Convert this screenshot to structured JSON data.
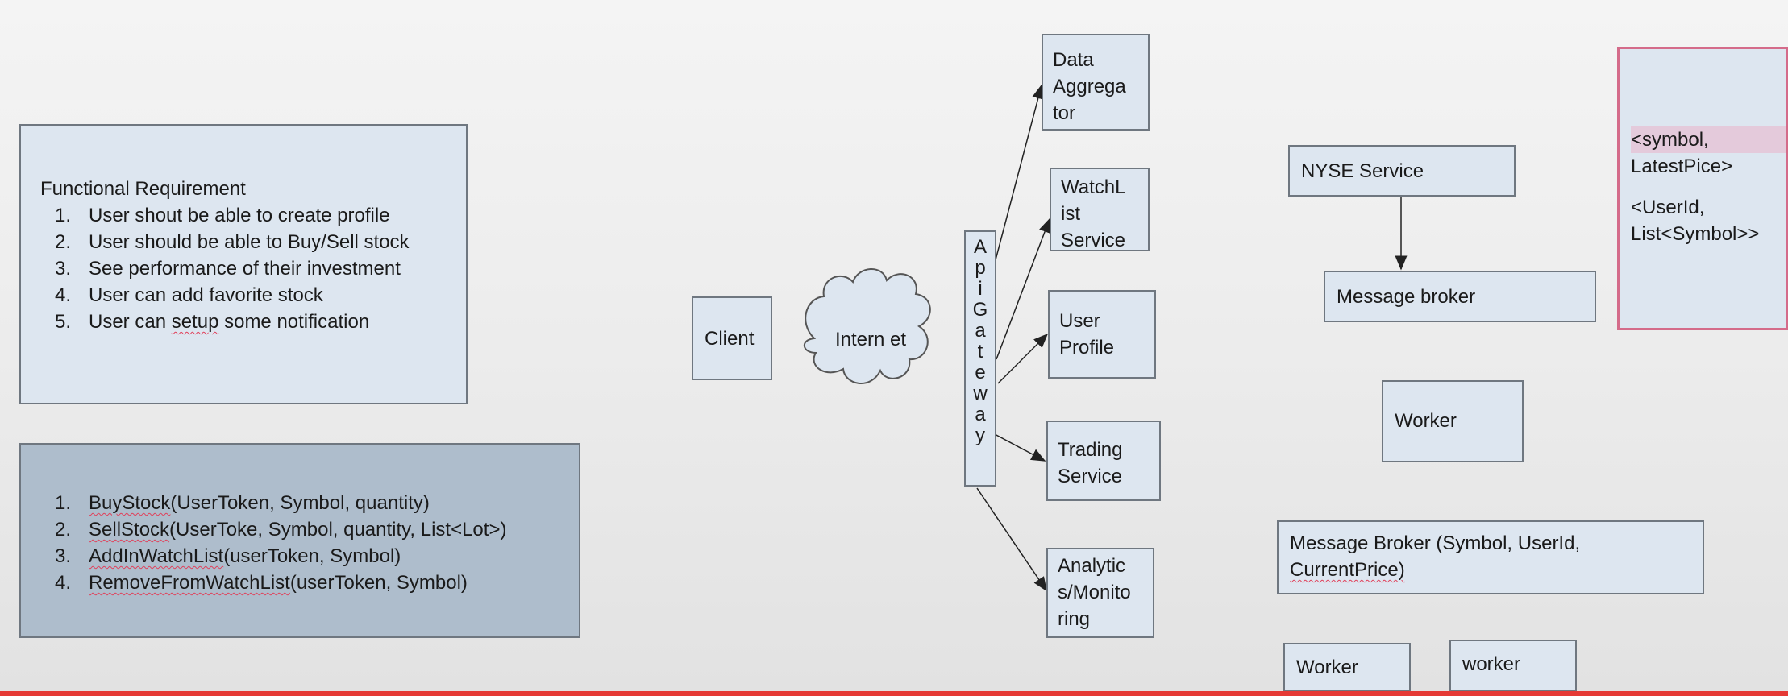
{
  "requirements": {
    "heading": "Functional Requirement",
    "items": [
      {
        "num": "1.",
        "text": "User shout be able to create profile"
      },
      {
        "num": "2.",
        "text": "User should be able to Buy/Sell stock"
      },
      {
        "num": "3.",
        "text": "See performance of their investment"
      },
      {
        "num": "4.",
        "text": "User can add favorite stock"
      },
      {
        "num": "5.",
        "pre": "User can ",
        "squig": "setup",
        "post": " some notification"
      }
    ]
  },
  "api": {
    "items": [
      {
        "num": "1.",
        "fn": "BuyStock",
        "args": "(UserToken, Symbol, quantity)"
      },
      {
        "num": "2.",
        "fn": "SellStock",
        "args": "(UserToke, Symbol, quantity, List<Lot>)"
      },
      {
        "num": "3.",
        "fn": "AddInWatchList",
        "args": "(userToken, Symbol)"
      },
      {
        "num": "4.",
        "fn": "RemoveFromWatchList",
        "args": "(userToken, Symbol)"
      }
    ]
  },
  "client": "Client",
  "internet": {
    "line1": "Intern",
    "line2": "et"
  },
  "gateway": [
    "A",
    "p",
    "i",
    "G",
    "a",
    "t",
    "e",
    "w",
    "a",
    "y"
  ],
  "services": {
    "aggregator": [
      "Data",
      "Aggrega",
      "tor"
    ],
    "watchlist": [
      "WatchL",
      "ist",
      "Service"
    ],
    "user_profile": [
      "User",
      "Profile"
    ],
    "trading": [
      "Trading",
      "Service"
    ],
    "analytics": [
      "Analytic",
      "s/Monito",
      "ring"
    ]
  },
  "nyse": "NYSE Service",
  "message_broker": "Message broker",
  "worker_main": "Worker",
  "message_broker2": {
    "line1": "Message Broker (Symbol, UserId,",
    "line2": "CurrentPrice)"
  },
  "worker_a": "Worker",
  "worker_b": "worker",
  "cache": {
    "line1": "<symbol,",
    "line2": "LatestPice>",
    "line3": "<UserId,",
    "line4": "List<Symbol>>"
  }
}
